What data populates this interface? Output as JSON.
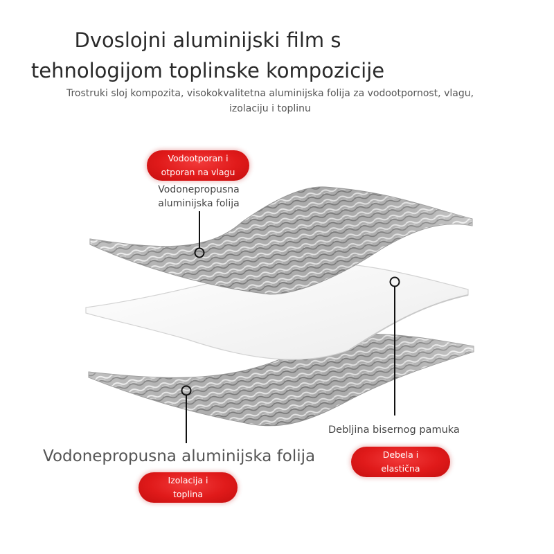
{
  "header": {
    "title_line1": "Dvoslojni aluminijski film s",
    "title_line2": "tehnologijom toplinske kompozicije",
    "subtitle_line1": "Trostruki sloj kompozita, visokokvalitetna aluminijska folija za vodootpornost, vlagu,",
    "subtitle_line2": "izolaciju i toplinu"
  },
  "callouts": {
    "top": {
      "badge_line1": "Vodootporan i",
      "badge_line2": "otporan na vlagu",
      "label_line1": "Vodonepropusna",
      "label_line2": "aluminijska folija"
    },
    "middle": {
      "label": "Debljina bisernog pamuka",
      "badge_line1": "Debela i",
      "badge_line2": "elastična"
    },
    "bottom": {
      "label": "Vodonepropusna aluminijska folija",
      "badge_line1": "Izolacija i",
      "badge_line2": "toplina"
    }
  },
  "colors": {
    "badge_red": "#e01a1a",
    "foil_silver": "#b9b9b9",
    "pearl_cotton": "#f4f4f4"
  }
}
